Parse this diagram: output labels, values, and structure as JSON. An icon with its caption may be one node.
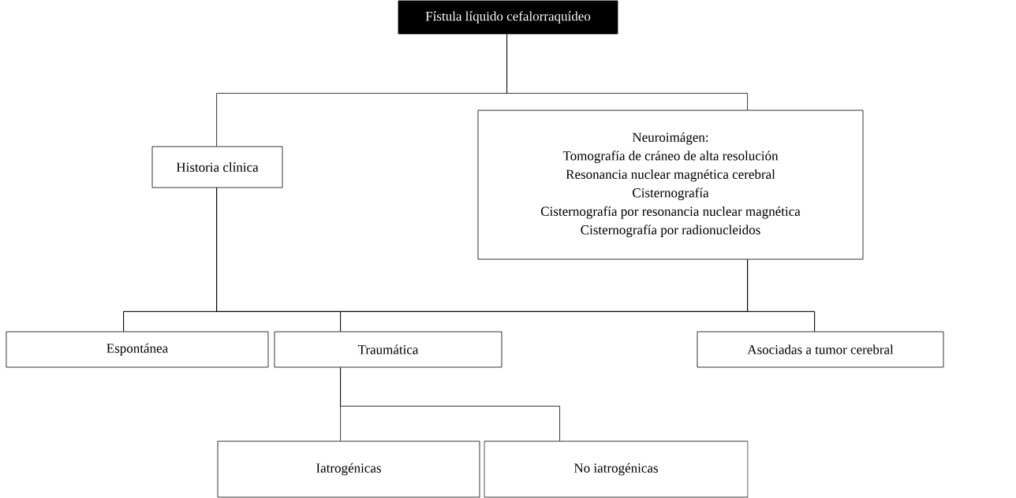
{
  "diagram": {
    "nodes": [
      {
        "text": [
          "Fístula líquido cefalorraquídeo"
        ]
      },
      {
        "text": [
          "Historia clínica"
        ]
      },
      {
        "text": [
          "Neuroimágen:",
          "Tomografía de cráneo de alta resolución",
          "Resonancia nuclear magnética cerebral",
          "Cisternografía",
          "Cisternografía por resonancia nuclear magnética",
          "Cisternografía por radionucleidos"
        ]
      },
      {
        "text": [
          "Espontánea"
        ]
      },
      {
        "text": [
          "Traumática"
        ]
      },
      {
        "text": [
          "Asociadas a tumor cerebral"
        ]
      },
      {
        "text": [
          "Iatrogénicas"
        ]
      },
      {
        "text": [
          "No iatrogénicas"
        ]
      }
    ],
    "edges": [
      {
        "from": 0,
        "to": 1,
        "arrow": "none"
      },
      {
        "from": 0,
        "to": 2,
        "arrow": "none"
      },
      {
        "from": 1,
        "to": 3,
        "arrow": "none"
      },
      {
        "from": 1,
        "to": 4,
        "arrow": "none"
      },
      {
        "from": 1,
        "to": 5,
        "arrow": "none"
      },
      {
        "from": 2,
        "to": 3,
        "arrow": "none"
      },
      {
        "from": 2,
        "to": 4,
        "arrow": "none"
      },
      {
        "from": 2,
        "to": 5,
        "arrow": "none"
      },
      {
        "from": 4,
        "to": 6,
        "arrow": "none"
      },
      {
        "from": 4,
        "to": 7,
        "arrow": "none"
      }
    ]
  }
}
